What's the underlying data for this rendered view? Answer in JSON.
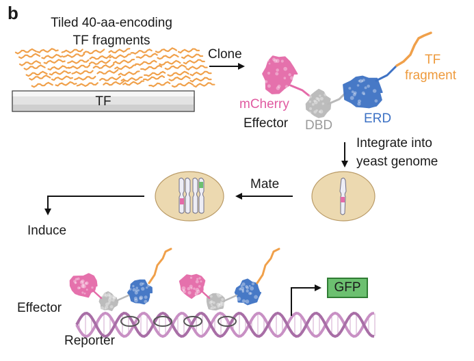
{
  "panel_letter": "b",
  "tiling_title_line1": "Tiled 40-aa-encoding",
  "tiling_title_line2": "TF fragments",
  "tf_bar_label": "TF",
  "step_clone": "Clone",
  "construct": {
    "mcherry": "mCherry",
    "effector": "Effector",
    "dbd": "DBD",
    "erd": "ERD",
    "tf_fragment_line1": "TF",
    "tf_fragment_line2": "fragment"
  },
  "step_integrate_line1": "Integrate into",
  "step_integrate_line2": "yeast genome",
  "step_mate": "Mate",
  "step_induce": "Induce",
  "bottom": {
    "effector": "Effector",
    "reporter": "Reporter",
    "gfp": "GFP"
  },
  "colors": {
    "mcherry": "#e46aa8",
    "dbd": "#b9b9b9",
    "erd": "#3e72c4",
    "tf_fragment": "#f0a04a",
    "cell": "#ecd9b0",
    "gfp_fill": "#6cc070",
    "dna": "#c890c4"
  }
}
